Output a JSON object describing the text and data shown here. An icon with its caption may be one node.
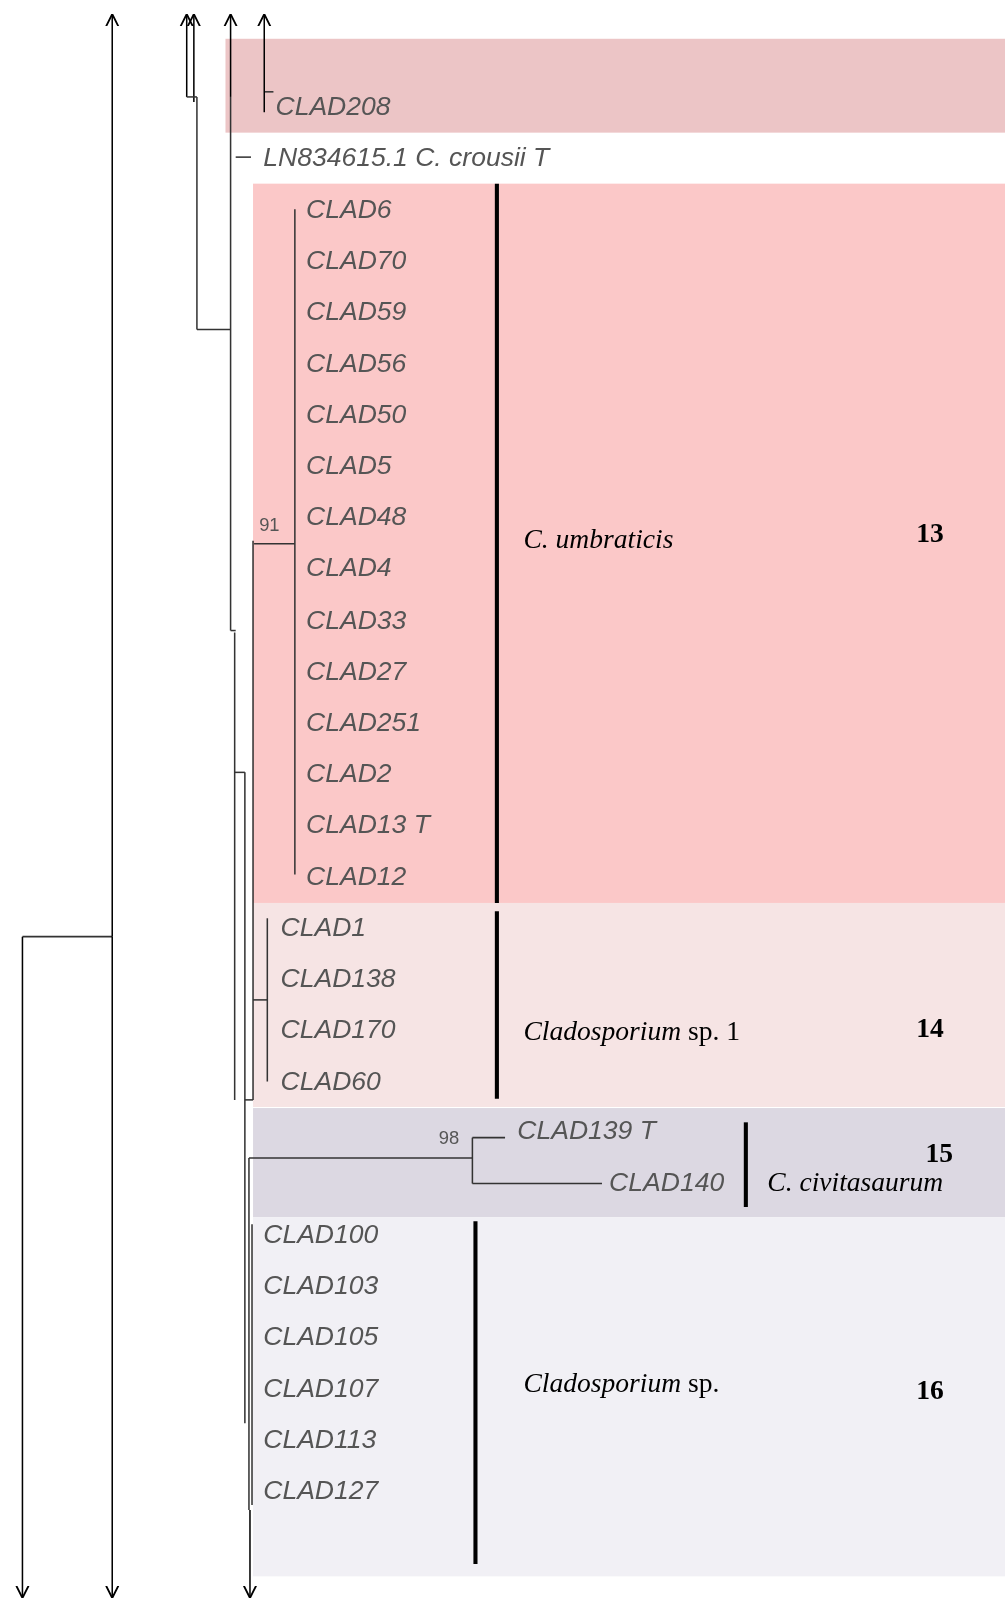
{
  "diagram": {
    "nodes": [
      {
        "text": [
          "CLAD208"
        ]
      },
      {
        "text": [
          "CLAD6",
          "CLAD70",
          "CLAD59",
          "CLAD56",
          "CLAD50",
          "CLAD5",
          "CLAD48",
          "CLAD4",
          "CLAD33",
          "CLAD27",
          "CLAD251",
          "CLAD2",
          "CLAD13 T",
          "CLAD12",
          "C. umbraticis",
          "13"
        ]
      },
      {
        "text": [
          "CLAD1",
          "CLAD138",
          "CLAD170",
          "CLAD60",
          "*Cladosporium* sp. 1",
          "14"
        ]
      },
      {
        "text": [
          "CLAD139 T",
          "CLAD140",
          "C. civitasaurum",
          "15"
        ]
      },
      {
        "text": [
          "CLAD100",
          "CLAD103",
          "CLAD105",
          "CLAD107",
          "CLAD113",
          "CLAD127",
          "*Cladosporium* sp.",
          "16"
        ]
      }
    ],
    "labels": [
      "LN834615.1 C. crousii T",
      "91",
      "98"
    ]
  }
}
